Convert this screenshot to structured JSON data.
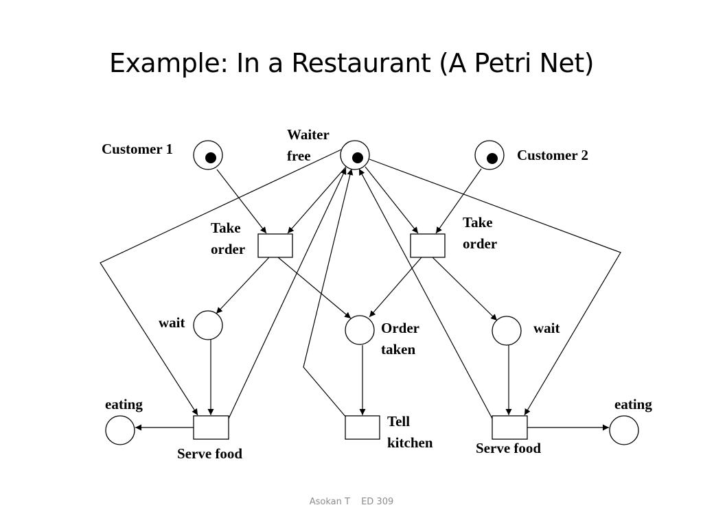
{
  "slide": {
    "title": "Example: In a Restaurant (A Petri Net)",
    "footer_author": "Asokan T",
    "footer_course": "ED 309"
  },
  "diagram": {
    "type": "petri-net",
    "places": [
      {
        "id": "customer1",
        "label": "Customer 1",
        "tokens": 1
      },
      {
        "id": "waiter_free",
        "label_lines": [
          "Waiter",
          "free"
        ],
        "tokens": 1
      },
      {
        "id": "customer2",
        "label": "Customer 2",
        "tokens": 1
      },
      {
        "id": "wait1",
        "label": "wait",
        "tokens": 0
      },
      {
        "id": "order_taken",
        "label_lines": [
          "Order",
          "taken"
        ],
        "tokens": 0
      },
      {
        "id": "wait2",
        "label": "wait",
        "tokens": 0
      },
      {
        "id": "eating1",
        "label": "eating",
        "tokens": 0
      },
      {
        "id": "eating2",
        "label": "eating",
        "tokens": 0
      }
    ],
    "transitions": [
      {
        "id": "take_order1",
        "label_lines": [
          "Take",
          "order"
        ]
      },
      {
        "id": "take_order2",
        "label_lines": [
          "Take",
          "order"
        ]
      },
      {
        "id": "serve_food1",
        "label": "Serve food"
      },
      {
        "id": "tell_kitchen",
        "label_lines": [
          "Tell",
          "kitchen"
        ]
      },
      {
        "id": "serve_food2",
        "label": "Serve food"
      }
    ],
    "arcs": [
      [
        "customer1",
        "take_order1"
      ],
      [
        "waiter_free",
        "take_order1"
      ],
      [
        "customer2",
        "take_order2"
      ],
      [
        "waiter_free",
        "take_order2"
      ],
      [
        "take_order1",
        "wait1"
      ],
      [
        "take_order1",
        "order_taken"
      ],
      [
        "take_order2",
        "order_taken"
      ],
      [
        "take_order2",
        "wait2"
      ],
      [
        "wait1",
        "serve_food1"
      ],
      [
        "waiter_free",
        "serve_food1"
      ],
      [
        "serve_food1",
        "eating1"
      ],
      [
        "serve_food1",
        "waiter_free"
      ],
      [
        "order_taken",
        "tell_kitchen"
      ],
      [
        "tell_kitchen",
        "waiter_free"
      ],
      [
        "wait2",
        "serve_food2"
      ],
      [
        "waiter_free",
        "serve_food2"
      ],
      [
        "serve_food2",
        "eating2"
      ],
      [
        "serve_food2",
        "waiter_free"
      ]
    ]
  }
}
